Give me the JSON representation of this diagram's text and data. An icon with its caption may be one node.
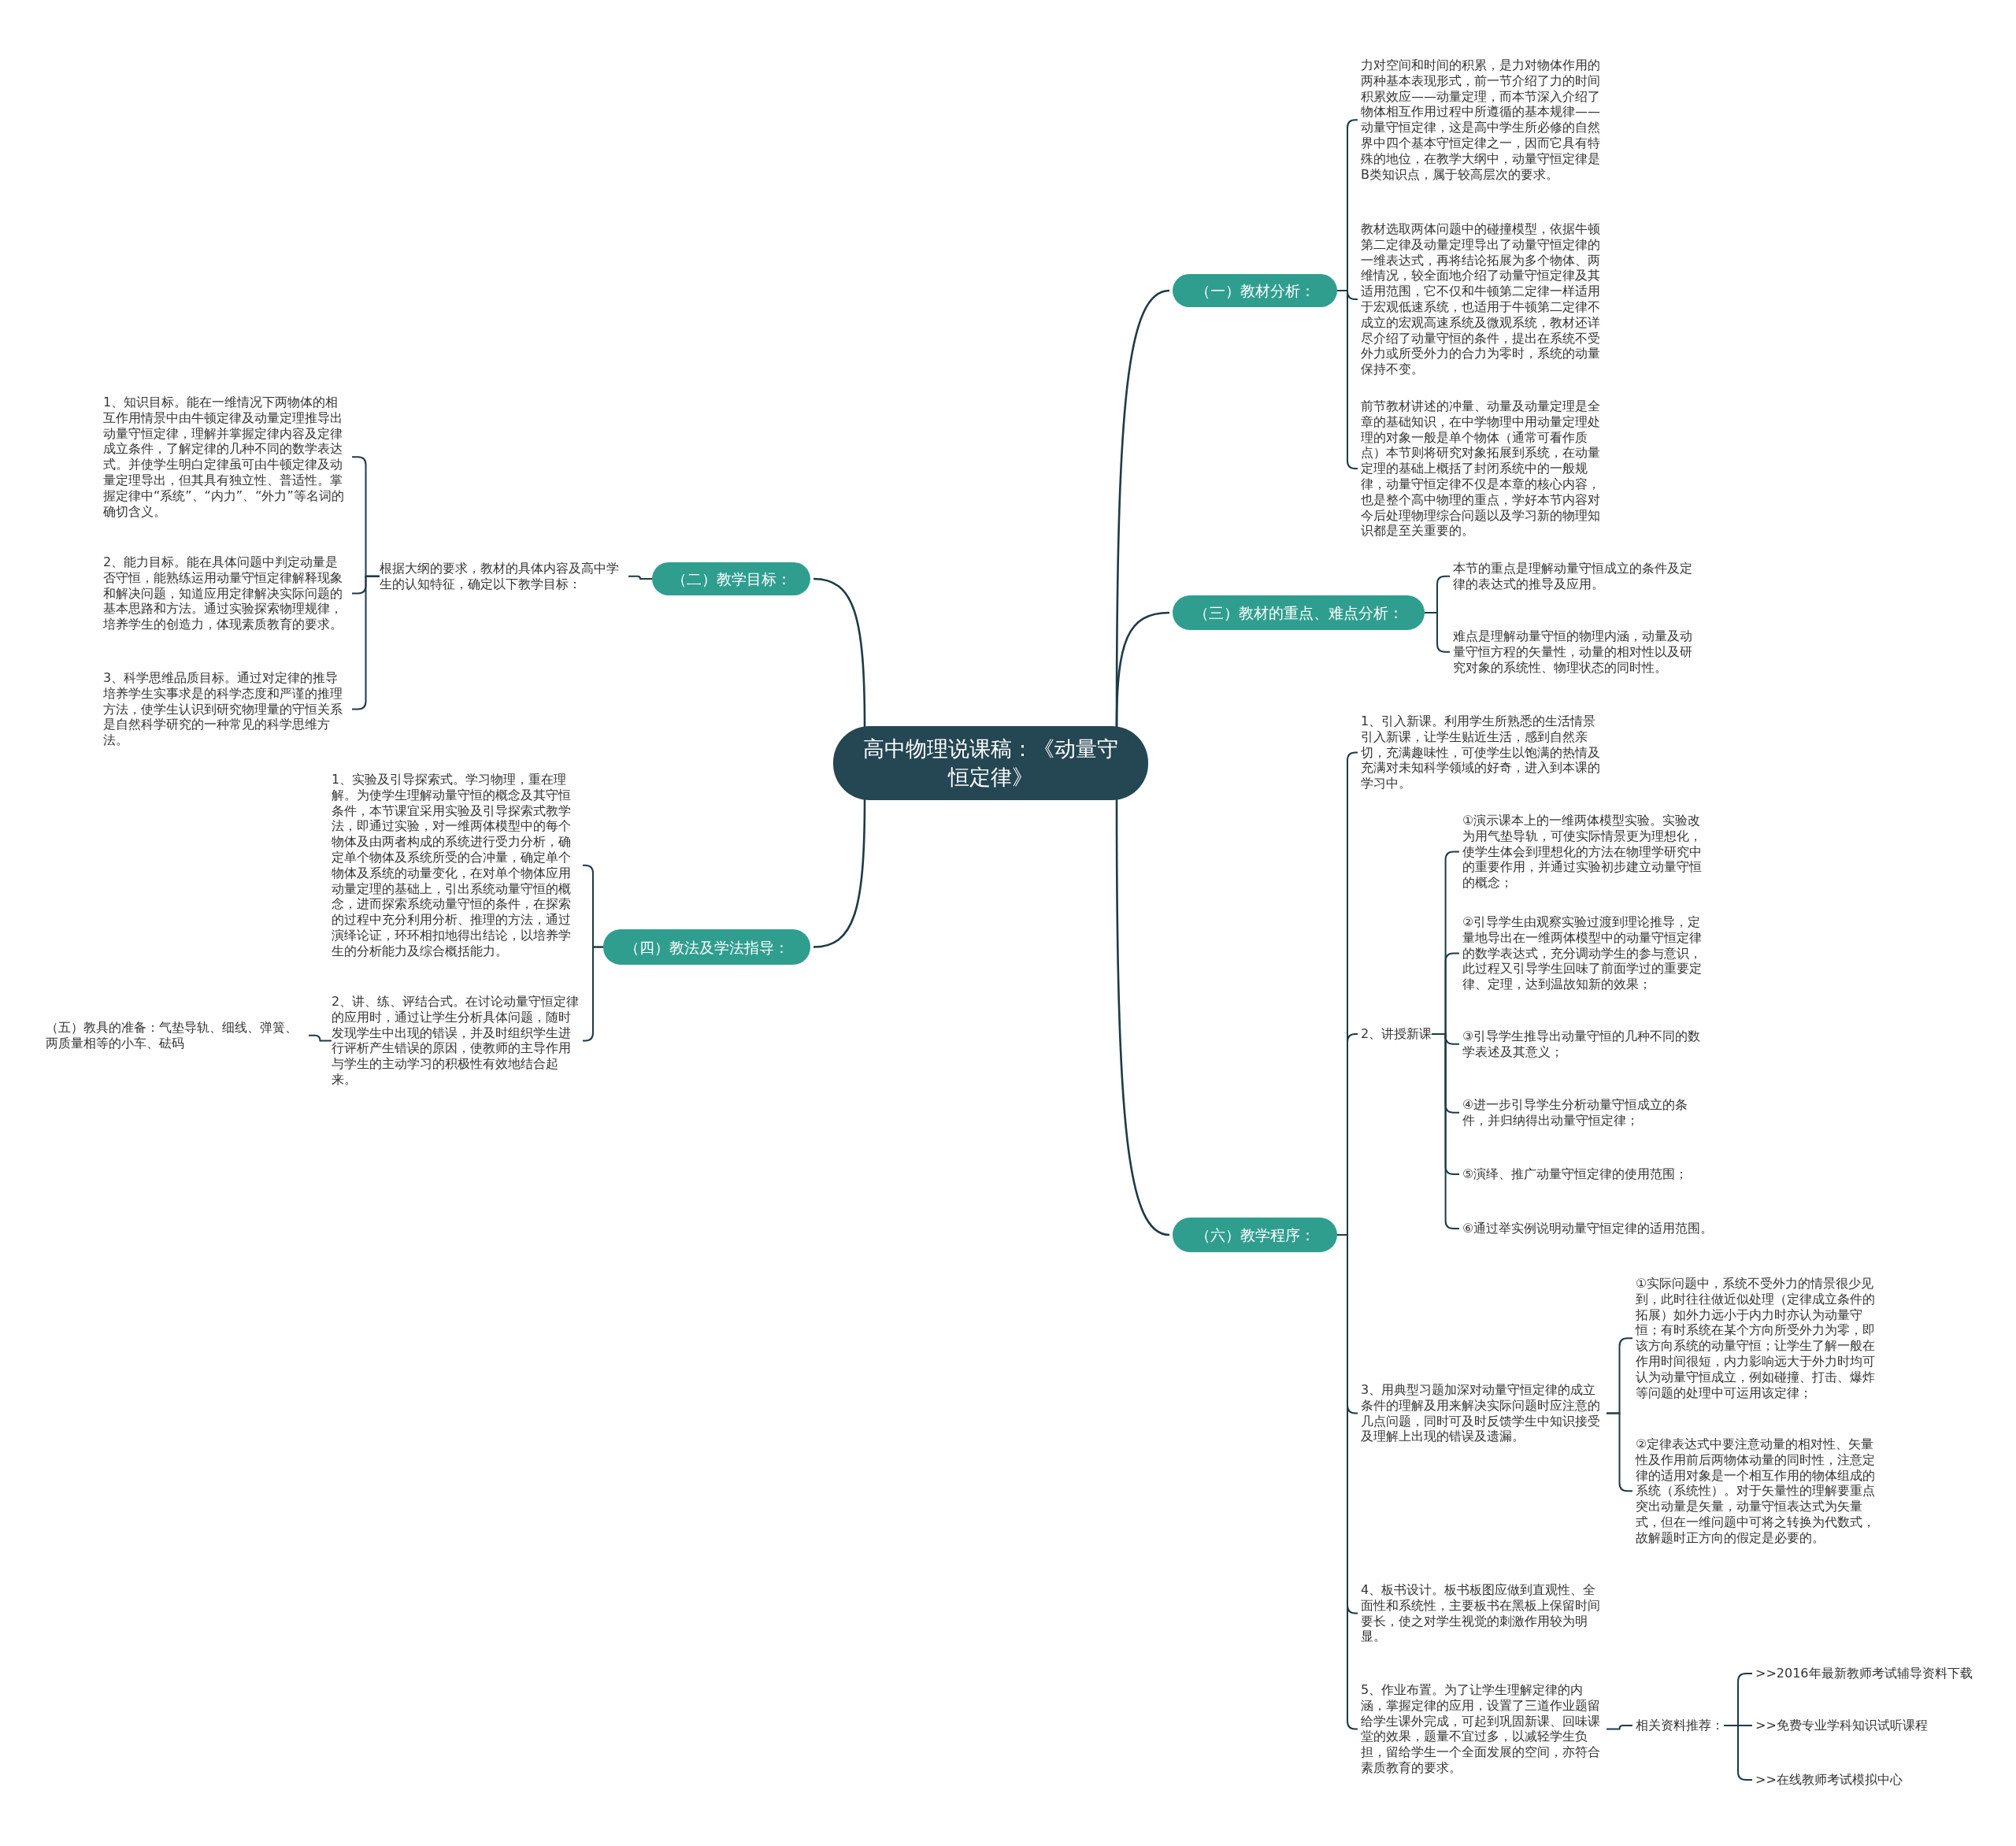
{
  "diagram": {
    "nodes": [
      {
        "text": [
          "高中物理说课稿：《动量守恒定律》"
        ]
      },
      {
        "text": [
          "（一）教材分析："
        ]
      },
      {
        "text": [
          "力对空间和时间的积累，是力对物体作用的两种基本表现形式，前一节介绍了力的时间积累效应——动量定理，而本节深入介绍了物体相互作用过程中所遵循的基本规律——动量守恒定律，这是高中学生所必修的自然界中四个基本守恒定律之一，因而它具有特殊的地位，在教学大纲中，动量守恒定律是B类知识点，属于较高层次的要求。"
        ]
      },
      {
        "text": [
          "教材选取两体问题中的碰撞模型，依据牛顿第二定律及动量定理导出了动量守恒定律的一维表达式，再将结论拓展为多个物体、两维情况，较全面地介绍了动量守恒定律及其适用范围，它不仅和牛顿第二定律一样适用于宏观低速系统，也适用于牛顿第二定律不成立的宏观高速系统及微观系统，教材还详尽介绍了动量守恒的条件，提出在系统不受外力或所受外力的合力为零时，系统的动量保持不变。"
        ]
      },
      {
        "text": [
          "前节教材讲述的冲量、动量及动量定理是全章的基础知识，在中学物理中用动量定理处理的对象一般是单个物体（通常可看作质点）本节则将研究对象拓展到系统，在动量定理的基础上概括了封闭系统中的一般规律，动量守恒定律不仅是本章的核心内容，也是整个高中物理的重点，学好本节内容对今后处理物理综合问题以及学习新的物理知识都是至关重要的。"
        ]
      },
      {
        "text": [
          "（二）教学目标："
        ]
      },
      {
        "text": [
          "根据大纲的要求，教材的具体内容及高中学生的认知特征，确定以下教学目标："
        ]
      },
      {
        "text": [
          "1、知识目标。能在一维情况下两物体的相互作用情景中由牛顿定律及动量定理推导出动量守恒定律，理解并掌握定律内容及定律成立条件，了解定律的几种不同的数学表达式。并使学生明白定律虽可由牛顿定律及动量定理导出，但其具有独立性、普适性。掌握定律中“系统”、“内力”、“外力”等名词的确切含义。"
        ]
      },
      {
        "text": [
          "2、能力目标。能在具体问题中判定动量是否守恒，能熟练运用动量守恒定律解释现象和解决问题，知道应用定律解决实际问题的基本思路和方法。通过实验探索物理规律，培养学生的创造力，体现素质教育的要求。"
        ]
      },
      {
        "text": [
          "3、科学思维品质目标。通过对定律的推导培养学生实事求是的科学态度和严谨的推理方法，使学生认识到研究物理量的守恒关系是自然科学研究的一种常见的科学思维方法。"
        ]
      },
      {
        "text": [
          "（三）教材的重点、难点分析："
        ]
      },
      {
        "text": [
          "本节的重点是理解动量守恒成立的条件及定律的表达式的推导及应用。"
        ]
      },
      {
        "text": [
          "难点是理解动量守恒的物理内涵，动量及动量守恒方程的矢量性，动量的相对性以及研究对象的系统性、物理状态的同时性。"
        ]
      },
      {
        "text": [
          "（四）教法及学法指导："
        ]
      },
      {
        "text": [
          "1、实验及引导探索式。学习物理，重在理解。为使学生理解动量守恒的概念及其守恒条件，本节课宜采用实验及引导探索式教学法，即通过实验，对一维两体模型中的每个物体及由两者构成的系统进行受力分析，确定单个物体及系统所受的合冲量，确定单个物体及系统的动量变化，在对单个物体应用动量定理的基础上，引出系统动量守恒的概念，进而探索系统动量守恒的条件，在探索的过程中充分利用分析、推理的方法，通过演绎论证，环环相扣地得出结论，以培养学生的分析能力及综合概括能力。"
        ]
      },
      {
        "text": [
          "2、讲、练、评结合式。在讨论动量守恒定律的应用时，通过让学生分析具体问题，随时发现学生中出现的错误，并及时组织学生进行评析产生错误的原因，使教师的主导作用与学生的主动学习的积极性有效地结合起来。"
        ]
      },
      {
        "text": [
          "（五）教具的准备：气垫导轨、细线、弹簧、两质量相等的小车、砝码"
        ]
      },
      {
        "text": [
          "（六）教学程序："
        ]
      },
      {
        "text": [
          "1、引入新课。利用学生所熟悉的生活情景引入新课，让学生贴近生活，感到自然亲切，充满趣味性，可使学生以饱满的热情及充满对未知科学领域的好奇，进入到本课的学习中。"
        ]
      },
      {
        "text": [
          "2、讲授新课"
        ]
      },
      {
        "text": [
          "①演示课本上的一维两体模型实验。实验改为用气垫导轨，可使实际情景更为理想化，使学生体会到理想化的方法在物理学研究中的重要作用，并通过实验初步建立动量守恒的概念；"
        ]
      },
      {
        "text": [
          "②引导学生由观察实验过渡到理论推导，定量地导出在一维两体模型中的动量守恒定律的数学表达式，充分调动学生的参与意识，此过程又引导学生回味了前面学过的重要定律、定理，达到温故知新的效果；"
        ]
      },
      {
        "text": [
          "③引导学生推导出动量守恒的几种不同的数学表述及其意义；"
        ]
      },
      {
        "text": [
          "④进一步引导学生分析动量守恒成立的条件，并归纳得出动量守恒定律；"
        ]
      },
      {
        "text": [
          "⑤演绎、推广动量守恒定律的使用范围；"
        ]
      },
      {
        "text": [
          "⑥通过举实例说明动量守恒定律的适用范围。"
        ]
      },
      {
        "text": [
          "3、用典型习题加深对动量守恒定律的成立条件的理解及用来解决实际问题时应注意的几点问题，同时可及时反馈学生中知识接受及理解上出现的错误及遗漏。"
        ]
      },
      {
        "text": [
          "①实际问题中，系统不受外力的情景很少见到，此时往往做近似处理（定律成立条件的拓展）如外力远小于内力时亦认为动量守恒；有时系统在某个方向所受外力为零，即该方向系统的动量守恒；让学生了解一般在作用时间很短，内力影响远大于外力时均可认为动量守恒成立，例如碰撞、打击、爆炸等问题的处理中可运用该定律；"
        ]
      },
      {
        "text": [
          "②定律表达式中要注意动量的相对性、矢量性及作用前后两物体动量的同时性，注意定律的适用对象是一个相互作用的物体组成的系统（系统性）。对于矢量性的理解要重点突出动量是矢量，动量守恒表达式为矢量式，但在一维问题中可将之转换为代数式，故解题时正方向的假定是必要的。"
        ]
      },
      {
        "text": [
          "4、板书设计。板书板图应做到直观性、全面性和系统性，主要板书在黑板上保留时间要长，使之对学生视觉的刺激作用较为明显。"
        ]
      },
      {
        "text": [
          "5、作业布置。为了让学生理解定律的内涵，掌握定律的应用，设置了三道作业题留给学生课外完成，可起到巩固新课、回味课堂的效果，题量不宜过多，以减轻学生负担，留给学生一个全面发展的空间，亦符合素质教育的要求。"
        ]
      },
      {
        "text": [
          "相关资料推荐："
        ]
      },
      {
        "text": [
          ">>2016年最新教师考试辅导资料下载"
        ]
      },
      {
        "text": [
          ">>免费专业学科知识试听课程"
        ]
      },
      {
        "text": [
          ">>在线教师考试模拟中心"
        ]
      }
    ],
    "edges": [
      {
        "from": 0,
        "to": 1,
        "arrow": "none"
      },
      {
        "from": 0,
        "to": 5,
        "arrow": "none"
      },
      {
        "from": 0,
        "to": 10,
        "arrow": "none"
      },
      {
        "from": 0,
        "to": 13,
        "arrow": "none"
      },
      {
        "from": 0,
        "to": 17,
        "arrow": "none"
      },
      {
        "from": 1,
        "to": 2,
        "arrow": "none"
      },
      {
        "from": 1,
        "to": 3,
        "arrow": "none"
      },
      {
        "from": 1,
        "to": 4,
        "arrow": "none"
      },
      {
        "from": 5,
        "to": 6,
        "arrow": "none"
      },
      {
        "from": 6,
        "to": 7,
        "arrow": "none"
      },
      {
        "from": 6,
        "to": 8,
        "arrow": "none"
      },
      {
        "from": 6,
        "to": 9,
        "arrow": "none"
      },
      {
        "from": 10,
        "to": 11,
        "arrow": "none"
      },
      {
        "from": 10,
        "to": 12,
        "arrow": "none"
      },
      {
        "from": 13,
        "to": 14,
        "arrow": "none"
      },
      {
        "from": 13,
        "to": 15,
        "arrow": "none"
      },
      {
        "from": 15,
        "to": 16,
        "arrow": "none"
      },
      {
        "from": 17,
        "to": 18,
        "arrow": "none"
      },
      {
        "from": 17,
        "to": 19,
        "arrow": "none"
      },
      {
        "from": 17,
        "to": 26,
        "arrow": "none"
      },
      {
        "from": 17,
        "to": 29,
        "arrow": "none"
      },
      {
        "from": 17,
        "to": 30,
        "arrow": "none"
      },
      {
        "from": 19,
        "to": 20,
        "arrow": "none"
      },
      {
        "from": 19,
        "to": 21,
        "arrow": "none"
      },
      {
        "from": 19,
        "to": 22,
        "arrow": "none"
      },
      {
        "from": 19,
        "to": 23,
        "arrow": "none"
      },
      {
        "from": 19,
        "to": 24,
        "arrow": "none"
      },
      {
        "from": 19,
        "to": 25,
        "arrow": "none"
      },
      {
        "from": 26,
        "to": 27,
        "arrow": "none"
      },
      {
        "from": 26,
        "to": 28,
        "arrow": "none"
      },
      {
        "from": 30,
        "to": 31,
        "arrow": "none"
      },
      {
        "from": 31,
        "to": 32,
        "arrow": "none"
      },
      {
        "from": 31,
        "to": 33,
        "arrow": "none"
      },
      {
        "from": 31,
        "to": 34,
        "arrow": "none"
      }
    ]
  }
}
